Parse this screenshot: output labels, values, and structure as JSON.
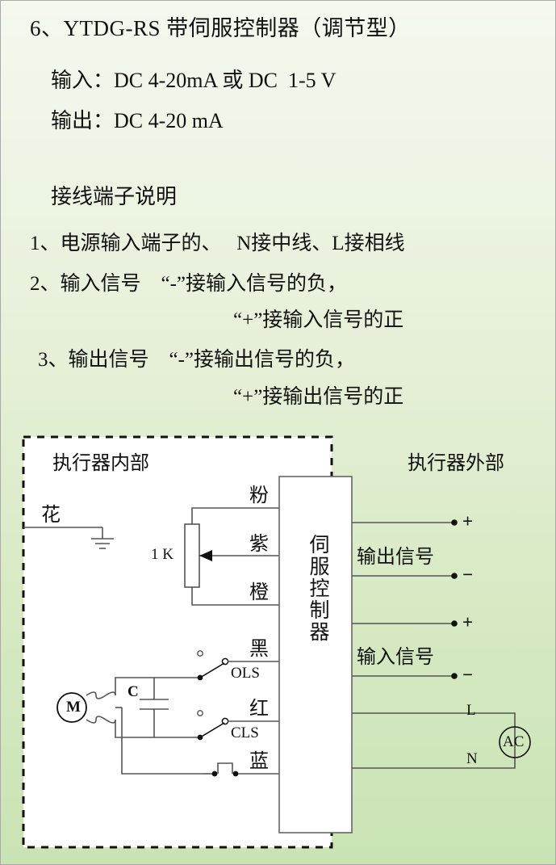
{
  "document": {
    "title": "6、YTDG-RS 带伺服控制器（调节型）",
    "spec_lines": [
      "输入：DC 4-20mA 或 DC  1-5 V",
      "输出：DC 4-20 mA"
    ],
    "terminal_heading": "接线端子说明",
    "terminal_items": [
      "1、电源输入端子的、   N接中线、L接相线",
      "2、输入信号    “-”接输入信号的负，",
      "“+”接输入信号的正",
      "3、输出信号    “-”接输出信号的负，",
      "“+”接输出信号的正"
    ]
  },
  "diagram": {
    "zone_inside": "执行器内部",
    "zone_outside": "执行器外部",
    "controller_label": "伺服控制器",
    "ground_wire_label": "花",
    "potentiometer_label": "1 K",
    "motor_label": "M",
    "capacitor_label": "C",
    "limit_switch_open": "OLS",
    "limit_switch_close": "CLS",
    "wire_labels": [
      "粉",
      "紫",
      "橙",
      "黑",
      "红",
      "蓝"
    ],
    "output_signal_label": "输出信号",
    "input_signal_label": "输入信号",
    "terminal_plus": "+",
    "terminal_minus": "−",
    "ac_source_label": "AC",
    "line_label": "L",
    "neutral_label": "N"
  },
  "colors": {
    "background_top": "#f4f8ef",
    "background_bottom": "#c9e3b4",
    "ink": "#111111",
    "wire": "#555555",
    "border": "#a9a9a9"
  }
}
